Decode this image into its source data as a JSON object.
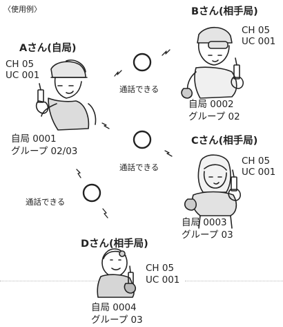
{
  "title": "〈使用例〉",
  "stations": {
    "a": {
      "name": "Aさん(自局)",
      "ch": "CH 05",
      "uc": "UC 001",
      "self": "自局 0001",
      "group": "グループ 02/03"
    },
    "b": {
      "name": "Bさん(相手局)",
      "ch": "CH 05",
      "uc": "UC 001",
      "self": "自局 0002",
      "group": "グループ 02"
    },
    "c": {
      "name": "Cさん(相手局)",
      "ch": "CH 05",
      "uc": "UC 001",
      "self": "自局 0003",
      "group": "グループ 03"
    },
    "d": {
      "name": "Dさん(相手局)",
      "ch": "CH 05",
      "uc": "UC 001",
      "self": "自局 0004",
      "group": "グループ 03"
    }
  },
  "links": {
    "ab": "通話できる",
    "ac": "通話できる",
    "ad": "通話できる"
  }
}
